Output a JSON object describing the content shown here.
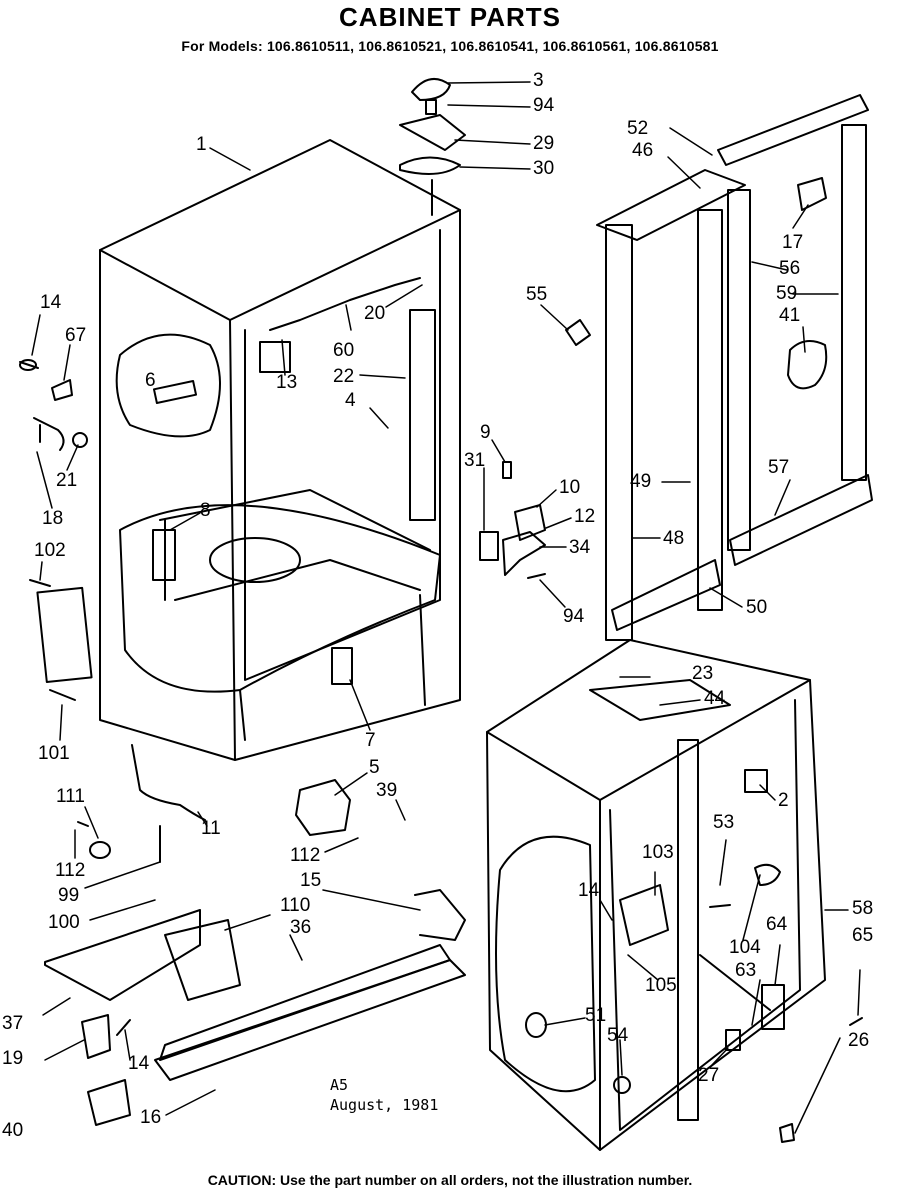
{
  "header": {
    "title": "CABINET PARTS",
    "subtitle": "For Models: 106.8610511, 106.8610521, 106.8610541, 106.8610561, 106.8610581"
  },
  "callouts": [
    "1",
    "3",
    "94",
    "29",
    "30",
    "52",
    "46",
    "17",
    "56",
    "59",
    "41",
    "55",
    "14",
    "67",
    "20",
    "60",
    "22",
    "13",
    "6",
    "4",
    "21",
    "18",
    "8",
    "9",
    "31",
    "10",
    "12",
    "34",
    "49",
    "48",
    "94",
    "50",
    "57",
    "102",
    "101",
    "7",
    "5",
    "39",
    "111",
    "112",
    "99",
    "100",
    "11",
    "112",
    "15",
    "110",
    "36",
    "37",
    "19",
    "14",
    "40",
    "16",
    "23",
    "44",
    "2",
    "53",
    "103",
    "14",
    "105",
    "104",
    "64",
    "63",
    "58",
    "65",
    "51",
    "54",
    "27",
    "26"
  ],
  "note": {
    "line1": "A5",
    "line2": "August, 1981"
  },
  "footer": {
    "caution": "CAUTION: Use the part number on all orders, not the illustration number."
  }
}
